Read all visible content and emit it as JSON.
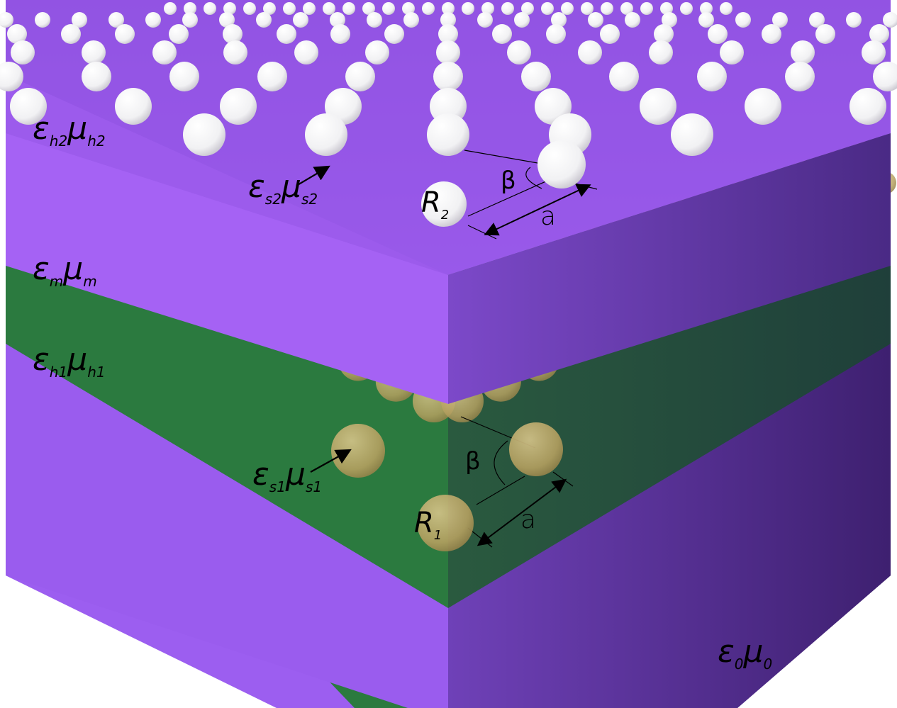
{
  "labels": {
    "h2": {
      "eps": "ε",
      "eps_sub": "h2",
      "mu": "μ",
      "mu_sub": "h2"
    },
    "s2": {
      "eps": "ε",
      "eps_sub": "s2",
      "mu": "μ",
      "mu_sub": "s2"
    },
    "m": {
      "eps": "ε",
      "eps_sub": "m",
      "mu": "μ",
      "mu_sub": "m"
    },
    "h1": {
      "eps": "ε",
      "eps_sub": "h1",
      "mu": "μ",
      "mu_sub": "h1"
    },
    "s1": {
      "eps": "ε",
      "eps_sub": "s1",
      "mu": "μ",
      "mu_sub": "s1"
    },
    "zero": {
      "eps": "ε",
      "eps_sub": "0",
      "mu": "μ",
      "mu_sub": "0"
    }
  },
  "annotations": {
    "beta_top": "β",
    "beta_bottom": "β",
    "a_top": "a",
    "a_bottom": "a",
    "r2": {
      "base": "R",
      "sub": "2"
    },
    "r1": {
      "base": "R",
      "sub": "1"
    }
  },
  "colors": {
    "purple_top": "#9a5ce8",
    "purple_front": "#a461f2",
    "purple_side": "#6b3fb0",
    "green_front": "#2a7a3e",
    "green_side": "#264d3a",
    "white_sphere": "#ffffff",
    "gold_sphere": "#b9a566"
  }
}
